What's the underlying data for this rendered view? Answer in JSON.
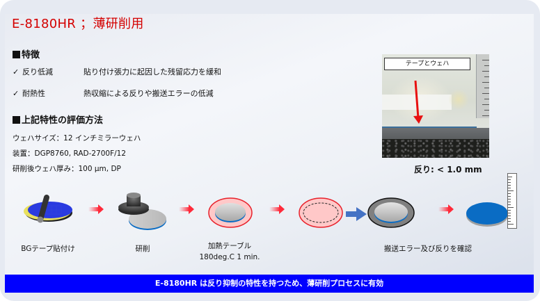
{
  "title": "E-8180HR ；薄研削用",
  "features": {
    "heading": "特徴",
    "items": [
      {
        "check": "✓",
        "name": "反り低減",
        "desc": "貼り付け張力に起因した残留応力を緩和"
      },
      {
        "check": "✓",
        "name": "耐熱性",
        "desc": "熱収縮による反りや搬送エラーの低減"
      }
    ]
  },
  "evaluation": {
    "heading": "上記特性の評価方法",
    "lines": [
      "ウェハサイズ：12 インチミラーウェハ",
      "装置：DGP8760, RAD-2700F/12",
      "研削後ウェハ厚み：100 µm, DP"
    ]
  },
  "photo": {
    "label": "テープとウェハ",
    "caption": "反り: < 1.0 mm"
  },
  "process": {
    "steps": [
      {
        "label": "BGテープ貼付け"
      },
      {
        "label": "研削"
      },
      {
        "label": "加熱テーブル",
        "sublabel": "180deg.C 1 min."
      },
      {
        "label": ""
      },
      {
        "label": "搬送エラー及び反りを確認"
      }
    ]
  },
  "conclusion": "E-8180HR は反り抑制の特性を持つため、薄研削プロセスに有効",
  "colors": {
    "title_red": "#d40000",
    "band_blue": "#0000ff",
    "wafer_blue": "#0a6cc4",
    "heat_pink": "#ffc8c8",
    "heat_red": "#e8202a",
    "arrow_blue": "#4472c4",
    "tape_blue": "#2a3be0"
  }
}
